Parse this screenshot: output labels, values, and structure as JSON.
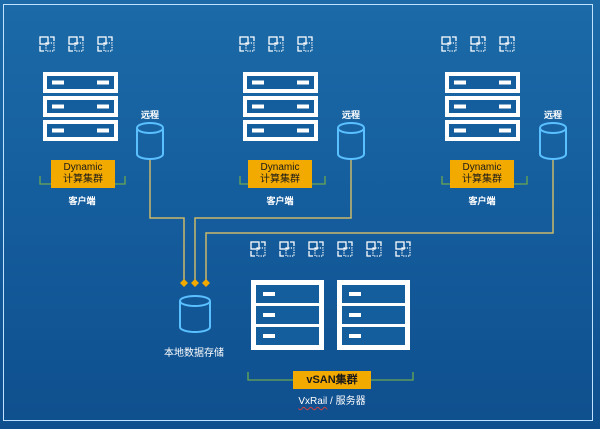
{
  "colors": {
    "background": "#155e9e",
    "frame": "#bfe3ff",
    "server": "#ffffff",
    "storage": "#5bc0ff",
    "badge": "#f2a900",
    "line": "#c9b86a",
    "bracket": "#6aa84f",
    "node": "#f2a900"
  },
  "clients": [
    {
      "vm_count": 3,
      "server_units": 3,
      "remote_label": "远程",
      "badge_line1": "Dynamic",
      "badge_line2": "计算集群",
      "role_label": "客户端"
    },
    {
      "vm_count": 3,
      "server_units": 3,
      "remote_label": "远程",
      "badge_line1": "Dynamic",
      "badge_line2": "计算集群",
      "role_label": "客户端"
    },
    {
      "vm_count": 3,
      "server_units": 3,
      "remote_label": "远程",
      "badge_line1": "Dynamic",
      "badge_line2": "计算集群",
      "role_label": "客户端"
    }
  ],
  "local_storage": {
    "label": "本地数据存储",
    "connector_count": 3
  },
  "vsan": {
    "vm_count": 6,
    "server_count": 2,
    "units_per_server": 3,
    "badge": "vSAN集群",
    "subtitle_brand": "VxRail",
    "subtitle_sep": " / ",
    "subtitle_rest": "服务器"
  }
}
